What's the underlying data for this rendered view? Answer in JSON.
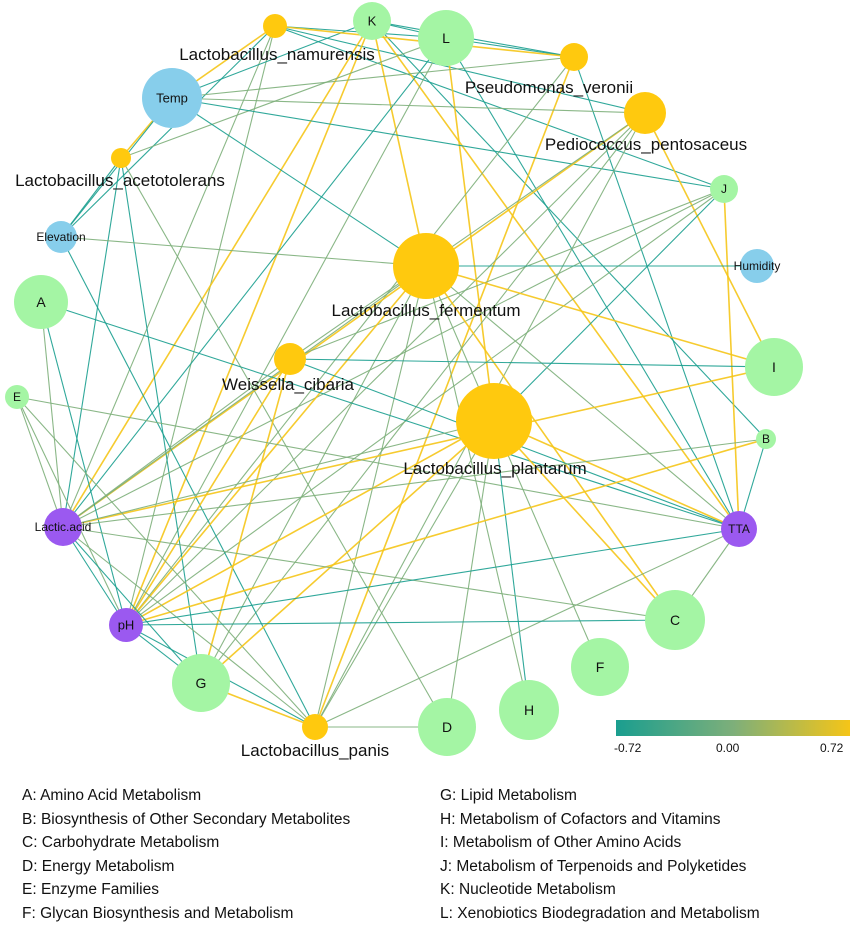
{
  "colors": {
    "species": "#FFC90E",
    "environment": "#87CEEB",
    "function": "#A4F5A4",
    "acidity": "#9B59F0",
    "negative": "#1A9E8F",
    "neutral": "#7DAF7A",
    "positive": "#F5C518"
  },
  "network": {
    "nodes": [
      {
        "id": "Lactobacillus_namurensis",
        "label": "Lactobacillus_namurensis",
        "group": "species"
      },
      {
        "id": "K",
        "label": "K",
        "group": "function"
      },
      {
        "id": "L",
        "label": "L",
        "group": "function"
      },
      {
        "id": "Pseudomonas_veronii",
        "label": "Pseudomonas_veronii",
        "group": "species"
      },
      {
        "id": "Temp",
        "label": "Temp",
        "group": "environment"
      },
      {
        "id": "Pediococcus_pentosaceus",
        "label": "Pediococcus_pentosaceus",
        "group": "species"
      },
      {
        "id": "Lactobacillus_acetotolerans",
        "label": "Lactobacillus_acetotolerans",
        "group": "species"
      },
      {
        "id": "J",
        "label": "J",
        "group": "function"
      },
      {
        "id": "Elevation",
        "label": "Elevation",
        "group": "environment"
      },
      {
        "id": "Humidity",
        "label": "Humidity",
        "group": "environment"
      },
      {
        "id": "Lactobacillus_fermentum",
        "label": "Lactobacillus_fermentum",
        "group": "species"
      },
      {
        "id": "A",
        "label": "A",
        "group": "function"
      },
      {
        "id": "I",
        "label": "I",
        "group": "function"
      },
      {
        "id": "Weissella_cibaria",
        "label": "Weissella_cibaria",
        "group": "species"
      },
      {
        "id": "E",
        "label": "E",
        "group": "function"
      },
      {
        "id": "Lactobacillus_plantarum",
        "label": "Lactobacillus_plantarum",
        "group": "species"
      },
      {
        "id": "B",
        "label": "B",
        "group": "function"
      },
      {
        "id": "Lactic.acid",
        "label": "Lactic.acid",
        "group": "acidity"
      },
      {
        "id": "TTA",
        "label": "TTA",
        "group": "acidity"
      },
      {
        "id": "pH",
        "label": "pH",
        "group": "acidity"
      },
      {
        "id": "C",
        "label": "C",
        "group": "function"
      },
      {
        "id": "F",
        "label": "F",
        "group": "function"
      },
      {
        "id": "G",
        "label": "G",
        "group": "function"
      },
      {
        "id": "H",
        "label": "H",
        "group": "function"
      },
      {
        "id": "D",
        "label": "D",
        "group": "function"
      },
      {
        "id": "Lactobacillus_panis",
        "label": "Lactobacillus_panis",
        "group": "species"
      }
    ],
    "edges": [
      {
        "from": "Lactobacillus_namurensis",
        "to": "Temp",
        "correlation": 0.72
      },
      {
        "from": "Lactobacillus_namurensis",
        "to": "L",
        "correlation": -0.72
      },
      {
        "from": "Lactobacillus_namurensis",
        "to": "Pediococcus_pentosaceus",
        "correlation": -0.72
      },
      {
        "from": "Lactobacillus_namurensis",
        "to": "J",
        "correlation": -0.72
      },
      {
        "from": "Lactobacillus_namurensis",
        "to": "Lactic.acid",
        "correlation": 0.0
      },
      {
        "from": "Lactobacillus_namurensis",
        "to": "pH",
        "correlation": 0.0
      },
      {
        "from": "Lactobacillus_namurensis",
        "to": "Elevation",
        "correlation": -0.72
      },
      {
        "from": "K",
        "to": "L",
        "correlation": -0.72
      },
      {
        "from": "K",
        "to": "Lactobacillus_fermentum",
        "correlation": 0.72
      },
      {
        "from": "K",
        "to": "Lactic.acid",
        "correlation": 0.72
      },
      {
        "from": "K",
        "to": "pH",
        "correlation": 0.72
      },
      {
        "from": "K",
        "to": "Temp",
        "correlation": -0.72
      },
      {
        "from": "K",
        "to": "TTA",
        "correlation": 0.72
      },
      {
        "from": "K",
        "to": "B",
        "correlation": -0.72
      },
      {
        "from": "K",
        "to": "Pseudomonas_veronii",
        "correlation": -0.72
      },
      {
        "from": "L",
        "to": "Pseudomonas_veronii",
        "correlation": -0.72
      },
      {
        "from": "L",
        "to": "TTA",
        "correlation": -0.72
      },
      {
        "from": "L",
        "to": "Lactobacillus_plantarum",
        "correlation": 0.72
      },
      {
        "from": "L",
        "to": "Lactic.acid",
        "correlation": -0.72
      },
      {
        "from": "L",
        "to": "pH",
        "correlation": 0.0
      },
      {
        "from": "L",
        "to": "Lactobacillus_acetotolerans",
        "correlation": 0.0
      },
      {
        "from": "Pseudomonas_veronii",
        "to": "Temp",
        "correlation": 0.0
      },
      {
        "from": "Pseudomonas_veronii",
        "to": "Lactobacillus_panis",
        "correlation": 0.72
      },
      {
        "from": "Pseudomonas_veronii",
        "to": "pH",
        "correlation": 0.0
      },
      {
        "from": "Pseudomonas_veronii",
        "to": "TTA",
        "correlation": -0.72
      },
      {
        "from": "Pseudomonas_veronii",
        "to": "Lactobacillus_namurensis",
        "correlation": 0.72
      },
      {
        "from": "Temp",
        "to": "Pediococcus_pentosaceus",
        "correlation": 0.0
      },
      {
        "from": "Temp",
        "to": "Lactobacillus_fermentum",
        "correlation": -0.72
      },
      {
        "from": "Temp",
        "to": "Lactobacillus_acetotolerans",
        "correlation": 0.72
      },
      {
        "from": "Temp",
        "to": "Elevation",
        "correlation": -0.72
      },
      {
        "from": "Temp",
        "to": "J",
        "correlation": -0.72
      },
      {
        "from": "Pediococcus_pentosaceus",
        "to": "Lactic.acid",
        "correlation": 0.72
      },
      {
        "from": "Pediococcus_pentosaceus",
        "to": "pH",
        "correlation": 0.0
      },
      {
        "from": "Pediococcus_pentosaceus",
        "to": "I",
        "correlation": 0.72
      },
      {
        "from": "Pediococcus_pentosaceus",
        "to": "Weissella_cibaria",
        "correlation": 0.0
      },
      {
        "from": "Pediococcus_pentosaceus",
        "to": "G",
        "correlation": 0.0
      },
      {
        "from": "Pediococcus_pentosaceus",
        "to": "Lactobacillus_panis",
        "correlation": 0.0
      },
      {
        "from": "Lactobacillus_acetotolerans",
        "to": "Elevation",
        "correlation": -0.72
      },
      {
        "from": "Lactobacillus_acetotolerans",
        "to": "Lactic.acid",
        "correlation": -0.72
      },
      {
        "from": "Lactobacillus_acetotolerans",
        "to": "D",
        "correlation": 0.0
      },
      {
        "from": "Lactobacillus_acetotolerans",
        "to": "G",
        "correlation": -0.72
      },
      {
        "from": "J",
        "to": "Lactic.acid",
        "correlation": 0.0
      },
      {
        "from": "J",
        "to": "pH",
        "correlation": 0.0
      },
      {
        "from": "J",
        "to": "TTA",
        "correlation": 0.72
      },
      {
        "from": "J",
        "to": "Weissella_cibaria",
        "correlation": 0.0
      },
      {
        "from": "J",
        "to": "Lactobacillus_plantarum",
        "correlation": -0.72
      },
      {
        "from": "Elevation",
        "to": "Lactobacillus_fermentum",
        "correlation": 0.0
      },
      {
        "from": "Elevation",
        "to": "Lactobacillus_panis",
        "correlation": -0.72
      },
      {
        "from": "Lactobacillus_fermentum",
        "to": "Humidity",
        "correlation": -0.72
      },
      {
        "from": "Lactobacillus_fermentum",
        "to": "Lactic.acid",
        "correlation": 0.0
      },
      {
        "from": "Lactobacillus_fermentum",
        "to": "pH",
        "correlation": 0.72
      },
      {
        "from": "Lactobacillus_fermentum",
        "to": "TTA",
        "correlation": 0.0
      },
      {
        "from": "Lactobacillus_fermentum",
        "to": "I",
        "correlation": 0.72
      },
      {
        "from": "Lactobacillus_fermentum",
        "to": "G",
        "correlation": 0.0
      },
      {
        "from": "Lactobacillus_fermentum",
        "to": "H",
        "correlation": 0.0
      },
      {
        "from": "Lactobacillus_fermentum",
        "to": "F",
        "correlation": 0.0
      },
      {
        "from": "Lactobacillus_fermentum",
        "to": "C",
        "correlation": 0.72
      },
      {
        "from": "Lactobacillus_fermentum",
        "to": "Lactobacillus_panis",
        "correlation": 0.0
      },
      {
        "from": "A",
        "to": "Lactic.acid",
        "correlation": 0.0
      },
      {
        "from": "A",
        "to": "TTA",
        "correlation": -0.72
      },
      {
        "from": "A",
        "to": "pH",
        "correlation": -0.72
      },
      {
        "from": "I",
        "to": "Weissella_cibaria",
        "correlation": -0.72
      },
      {
        "from": "I",
        "to": "Lactic.acid",
        "correlation": 0.72
      },
      {
        "from": "Weissella_cibaria",
        "to": "Lactic.acid",
        "correlation": 0.0
      },
      {
        "from": "Weissella_cibaria",
        "to": "pH",
        "correlation": 0.72
      },
      {
        "from": "Weissella_cibaria",
        "to": "TTA",
        "correlation": -0.72
      },
      {
        "from": "Weissella_cibaria",
        "to": "G",
        "correlation": 0.72
      },
      {
        "from": "E",
        "to": "Lactic.acid",
        "correlation": 0.0
      },
      {
        "from": "E",
        "to": "pH",
        "correlation": 0.0
      },
      {
        "from": "E",
        "to": "TTA",
        "correlation": 0.0
      },
      {
        "from": "E",
        "to": "Lactobacillus_panis",
        "correlation": 0.0
      },
      {
        "from": "Lactobacillus_plantarum",
        "to": "Lactic.acid",
        "correlation": 0.0
      },
      {
        "from": "Lactobacillus_plantarum",
        "to": "pH",
        "correlation": 0.72
      },
      {
        "from": "Lactobacillus_plantarum",
        "to": "TTA",
        "correlation": 0.72
      },
      {
        "from": "Lactobacillus_plantarum",
        "to": "H",
        "correlation": -0.72
      },
      {
        "from": "Lactobacillus_plantarum",
        "to": "D",
        "correlation": 0.0
      },
      {
        "from": "Lactobacillus_plantarum",
        "to": "C",
        "correlation": 0.72
      },
      {
        "from": "Lactobacillus_plantarum",
        "to": "G",
        "correlation": 0.72
      },
      {
        "from": "Lactobacillus_plantarum",
        "to": "Lactobacillus_panis",
        "correlation": 0.0
      },
      {
        "from": "B",
        "to": "Lactic.acid",
        "correlation": 0.0
      },
      {
        "from": "B",
        "to": "pH",
        "correlation": 0.72
      },
      {
        "from": "B",
        "to": "TTA",
        "correlation": -0.72
      },
      {
        "from": "Lactic.acid",
        "to": "pH",
        "correlation": -0.72
      },
      {
        "from": "Lactic.acid",
        "to": "C",
        "correlation": 0.0
      },
      {
        "from": "Lactic.acid",
        "to": "Lactobacillus_panis",
        "correlation": 0.0
      },
      {
        "from": "Lactic.acid",
        "to": "G",
        "correlation": -0.72
      },
      {
        "from": "TTA",
        "to": "pH",
        "correlation": -0.72
      },
      {
        "from": "TTA",
        "to": "C",
        "correlation": 0.0
      },
      {
        "from": "TTA",
        "to": "Lactobacillus_panis",
        "correlation": 0.0
      },
      {
        "from": "pH",
        "to": "C",
        "correlation": -0.72
      },
      {
        "from": "pH",
        "to": "G",
        "correlation": -0.72
      },
      {
        "from": "pH",
        "to": "Lactobacillus_panis",
        "correlation": -0.72
      },
      {
        "from": "Lactobacillus_panis",
        "to": "D",
        "correlation": 0.0
      },
      {
        "from": "Lactobacillus_panis",
        "to": "G",
        "correlation": 0.72
      }
    ]
  },
  "colorbar": {
    "min_label": "-0.72",
    "mid_label": "0.00",
    "max_label": "0.72"
  },
  "legend": {
    "left": [
      "A: Amino Acid Metabolism",
      "B: Biosynthesis of Other Secondary Metabolites",
      "C: Carbohydrate Metabolism",
      "D: Energy Metabolism",
      "E: Enzyme Families",
      "F: Glycan Biosynthesis and Metabolism"
    ],
    "right": [
      "G: Lipid Metabolism",
      "H: Metabolism of Cofactors and Vitamins",
      "I: Metabolism of Other Amino Acids",
      "J: Metabolism of Terpenoids and Polyketides",
      "K: Nucleotide Metabolism",
      "L: Xenobiotics Biodegradation and Metabolism"
    ]
  }
}
